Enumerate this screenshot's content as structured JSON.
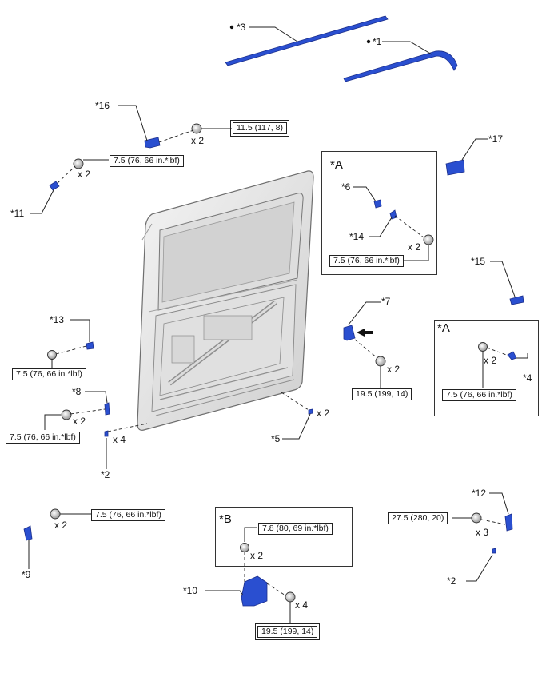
{
  "parts": {
    "p1": "*1",
    "p2a": "*2",
    "p2b": "*2",
    "p3": "*3",
    "p4": "*4",
    "p5": "*5",
    "p6": "*6",
    "p7": "*7",
    "p8": "*8",
    "p9": "*9",
    "p10": "*10",
    "p11": "*11",
    "p12": "*12",
    "p13": "*13",
    "p14": "*14",
    "p15": "*15",
    "p16": "*16",
    "p17": "*17"
  },
  "boxes": {
    "a1": "*A",
    "a2": "*A",
    "b": "*B"
  },
  "torques": {
    "t16": "11.5 (117, 8)",
    "t11": "7.5 (76, 66 in.*lbf)",
    "tA1": "7.5 (76, 66 in.*lbf)",
    "t13": "7.5 (76, 66 in.*lbf)",
    "t8": "7.5 (76, 66 in.*lbf)",
    "t7": "19.5 (199, 14)",
    "tA2": "7.5 (76, 66 in.*lbf)",
    "t9": "7.5 (76, 66 in.*lbf)",
    "tB": "7.8 (80, 69 in.*lbf)",
    "t10": "19.5 (199, 14)",
    "t12": "27.5 (280, 20)"
  },
  "qty": {
    "q16": "x 2",
    "q11": "x 2",
    "q14": "x 2",
    "q7": "x 2",
    "qA2": "x 2",
    "q8": "x 2",
    "q2a": "x 4",
    "q5": "x 2",
    "q9": "x 2",
    "qB": "x 2",
    "q10": "x 4",
    "q12": "x 3"
  },
  "colors": {
    "part": "#2a4fd0",
    "partDark": "#1c2f8c",
    "door": "#e6e6e6",
    "line": "#222222"
  }
}
